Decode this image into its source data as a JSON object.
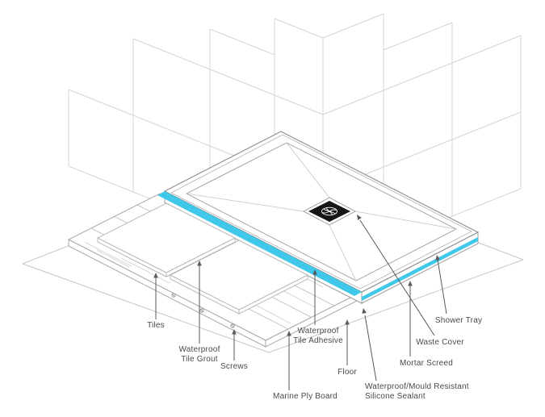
{
  "diagram": {
    "subject": "Shower tray wetroom installation exploded isometric diagram",
    "labels": {
      "tiles": "Tiles",
      "waterproof_tile_grout": "Waterproof\nTile Grout",
      "screws": "Screws",
      "waterproof_tile_adhesive": "Waterproof\nTile Adhesive",
      "floor": "Floor",
      "marine_ply_board": "Marine Ply Board",
      "silicone_sealant": "Waterproof/Mould Resistant\nSilicone Sealant",
      "mortar_screed": "Mortar Screed",
      "waste_cover": "Waste Cover",
      "shower_tray": "Shower Tray"
    },
    "colors": {
      "accent_cyan": "#3FC8EA",
      "wall_line_gray": "#D4D4D4",
      "floor_line_gray": "#C6C6C6",
      "tray_outline_gray": "#8C8C8C",
      "leader_line": "#5A5A5A",
      "label_text": "#4A4A4A",
      "waste_cover_black": "#151515",
      "background": "#FFFFFF"
    }
  }
}
